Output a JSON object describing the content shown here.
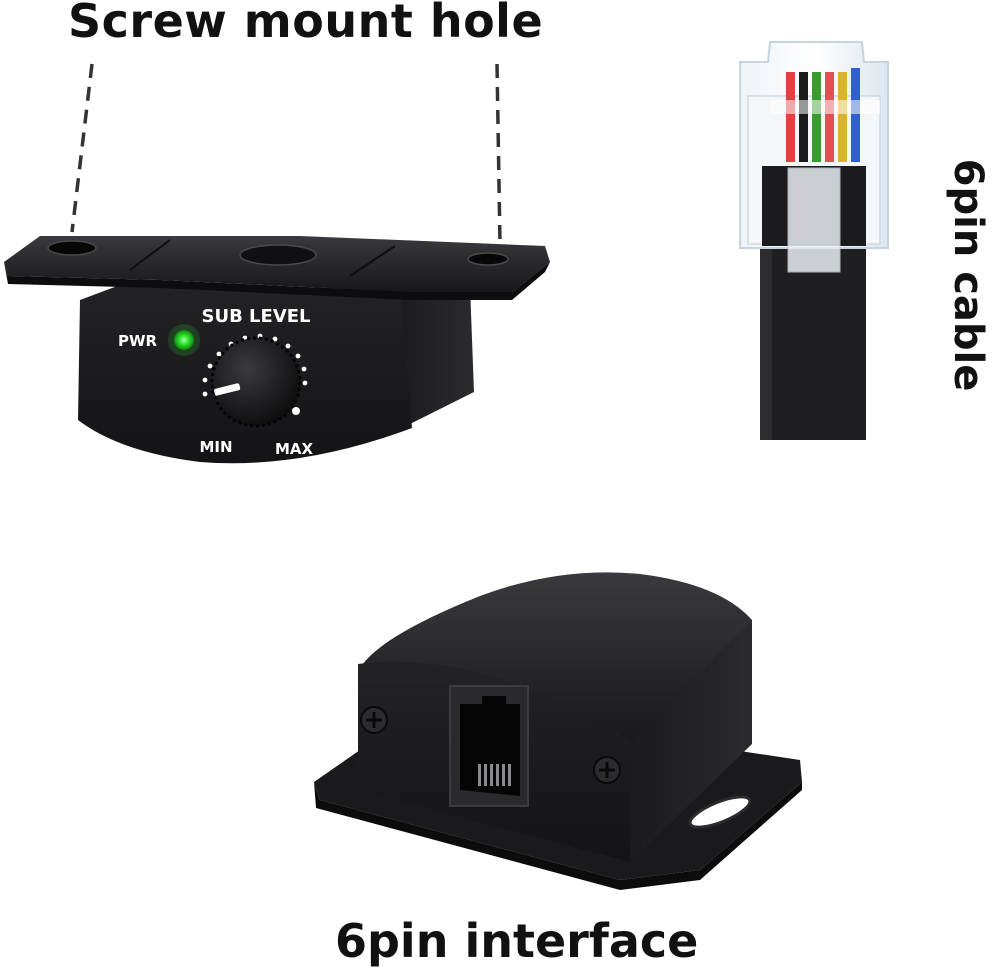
{
  "captions": {
    "screw_mount": "Screw mount hole",
    "cable": "6pin cable",
    "interface": "6pin interface"
  },
  "controller": {
    "title": "SUB LEVEL",
    "power_label": "PWR",
    "min_label": "MIN",
    "max_label": "MAX",
    "led_color": "#2ee82e"
  },
  "colors": {
    "body": "#1c1c1e",
    "body_light": "#2a2a2d",
    "text": "#111111"
  },
  "icons": [
    "screw-icon",
    "rj12-jack-icon",
    "rj12-plug-icon",
    "knob-icon",
    "led-icon"
  ]
}
